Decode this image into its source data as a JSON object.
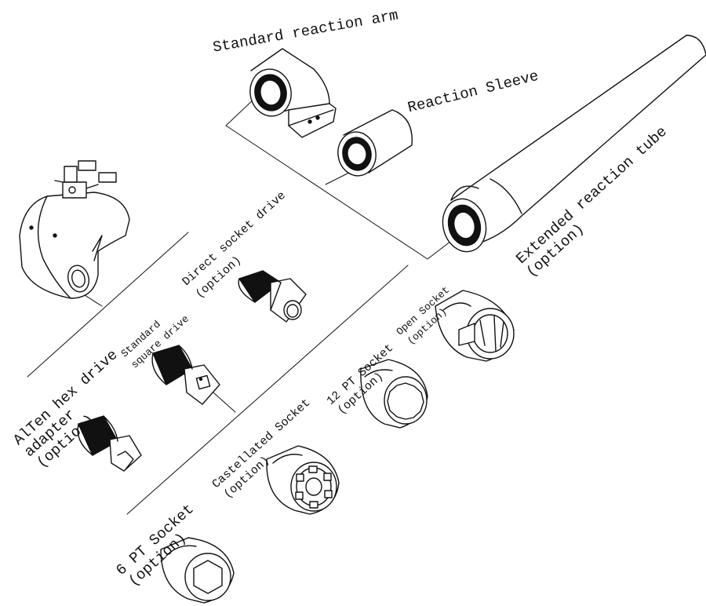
{
  "labels": {
    "standard_reaction_arm": "Standard reaction arm",
    "reaction_sleeve": "Reaction Sleeve",
    "extended_reaction_tube": "Extended reaction tube",
    "extended_option": "(option)",
    "direct_socket_drive": "Direct socket drive",
    "direct_option": "(option)",
    "standard": "Standard",
    "square_drive": "square drive",
    "open_socket": "Open Socket",
    "open_option": "(option)",
    "pt12_socket": "12 PT Socket",
    "pt12_option": "(option)",
    "allen_hex_drive": "AlTen hex drive",
    "adapter": "adapter",
    "allen_option": "(option)",
    "castellated_socket": "Castellated Socket",
    "castellated_option": "(option)",
    "pt6_socket": "6 PT Socket",
    "pt6_option": "(option)"
  }
}
